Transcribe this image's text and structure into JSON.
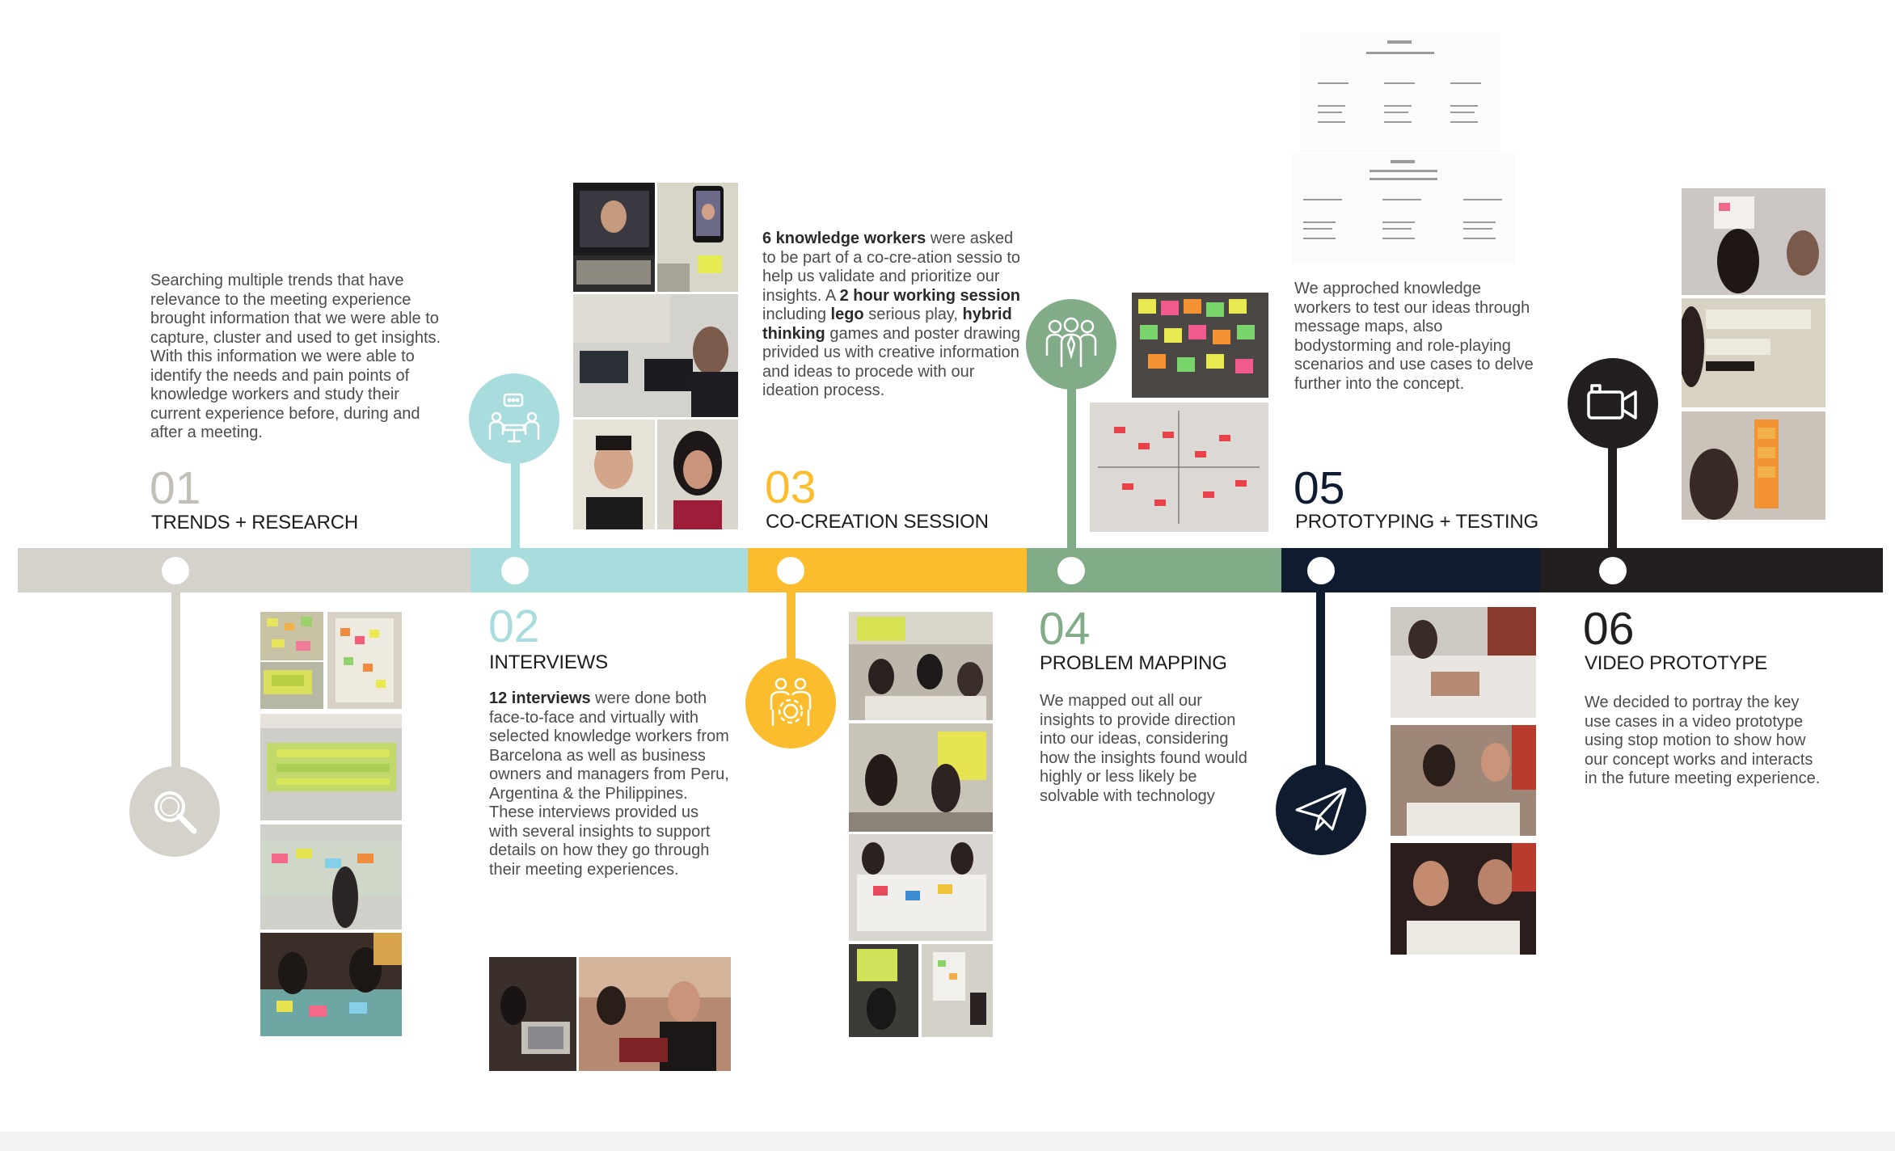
{
  "colors": {
    "grey": "#d5d2cb",
    "teal": "#a9dcdc",
    "yellow": "#fbbc2d",
    "green": "#82ac88",
    "navy": "#0f1c2f",
    "black": "#231f20"
  },
  "stages": [
    {
      "number": "01",
      "title": "TRENDS + RESEARCH",
      "icon": "magnifier-icon",
      "text": "Searching multiple trends that have relevance to the meeting experience brought information that we were able to capture, cluster and used to get insights. With this information we were able to identify the needs and pain points of knowledge workers and study their current experience before, during and after a meeting."
    },
    {
      "number": "02",
      "title": "INTERVIEWS",
      "icon": "interview-icon",
      "text_bold": "12 interviews",
      "text": " were done both face-to-face and virtually with selected knowledge workers from Barcelona as well as business owners and managers from Peru, Argentina & the Philippines. These interviews provided us with several insights to support details on how they go through their meeting experiences."
    },
    {
      "number": "03",
      "title": "CO-CREATION SESSION",
      "icon": "co-creation-icon",
      "part1_bold": "6 knowledge workers",
      "part1": " were asked to be part of a co-cre-ation sessio to help us validate and prioritize our insights. A ",
      "part2_bold": "2 hour working session",
      "part2": "   including ",
      "part3_bold": "lego",
      "part3": " serious play, ",
      "part4_bold": "hybrid thinking",
      "part4": " games and poster drawing privided us with creative information and ideas to procede with our ideation process."
    },
    {
      "number": "04",
      "title": "PROBLEM MAPPING",
      "icon": "team-icon",
      "text": "We mapped out  all our insights to provide direction into our ideas, considering how the insights found would highly or less likely be solvable with technology"
    },
    {
      "number": "05",
      "title": "PROTOTYPING + TESTING",
      "icon": "paper-plane-icon",
      "text": "We approched knowledge workers to test our ideas through message maps, also bodystorming and role-playing scenarios and use cases to delve further into the concept."
    },
    {
      "number": "06",
      "title": "VIDEO PROTOTYPE",
      "icon": "video-camera-icon",
      "text": "We decided to portray the key use cases in a video prototype using stop motion to show how our concept works and interacts in the future meeting experience."
    }
  ]
}
